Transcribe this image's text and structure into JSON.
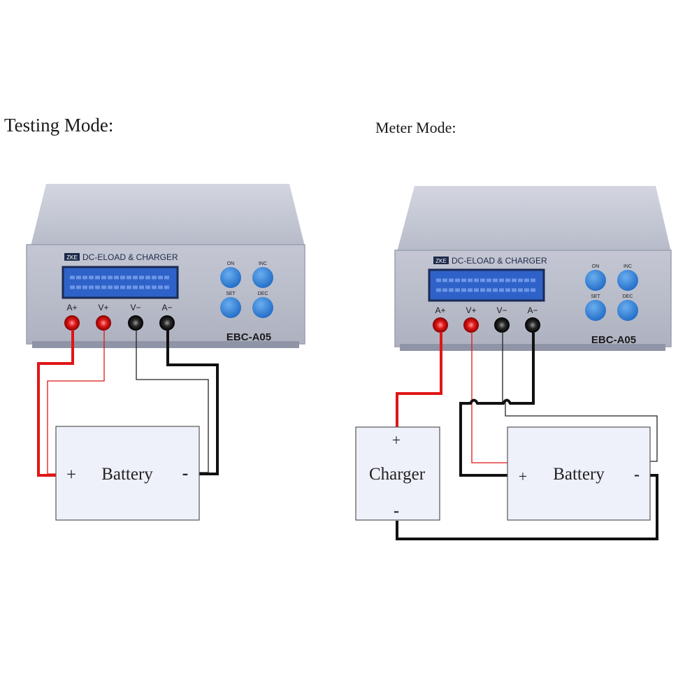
{
  "diagrams": [
    {
      "title": "Testing Mode:",
      "device": {
        "brand_mark": "ZKE",
        "header": "DC-ELOAD & CHARGER",
        "model": "EBC-A05",
        "terminals": [
          "A+",
          "V+",
          "V−",
          "A−"
        ],
        "buttons": [
          "ON",
          "INC",
          "SET",
          "DEC"
        ]
      },
      "battery": {
        "label": "Battery",
        "plus": "+",
        "minus": "-"
      }
    },
    {
      "title": "Meter Mode:",
      "device": {
        "brand_mark": "ZKE",
        "header": "DC-ELOAD & CHARGER",
        "model": "EBC-A05",
        "terminals": [
          "A+",
          "V+",
          "V−",
          "A−"
        ],
        "buttons": [
          "ON",
          "INC",
          "SET",
          "DEC"
        ]
      },
      "charger": {
        "label": "Charger",
        "plus": "+",
        "minus": "-"
      },
      "battery": {
        "label": "Battery",
        "plus": "+",
        "minus": "-"
      }
    }
  ],
  "colors": {
    "device_body": "#b9bdcc",
    "device_top": "#c9ccd8",
    "lcd": "#2f62c8",
    "button": "#2e7fd6",
    "wire_red": "#e01515",
    "wire_black": "#111111",
    "box_fill": "#eef0fa"
  }
}
